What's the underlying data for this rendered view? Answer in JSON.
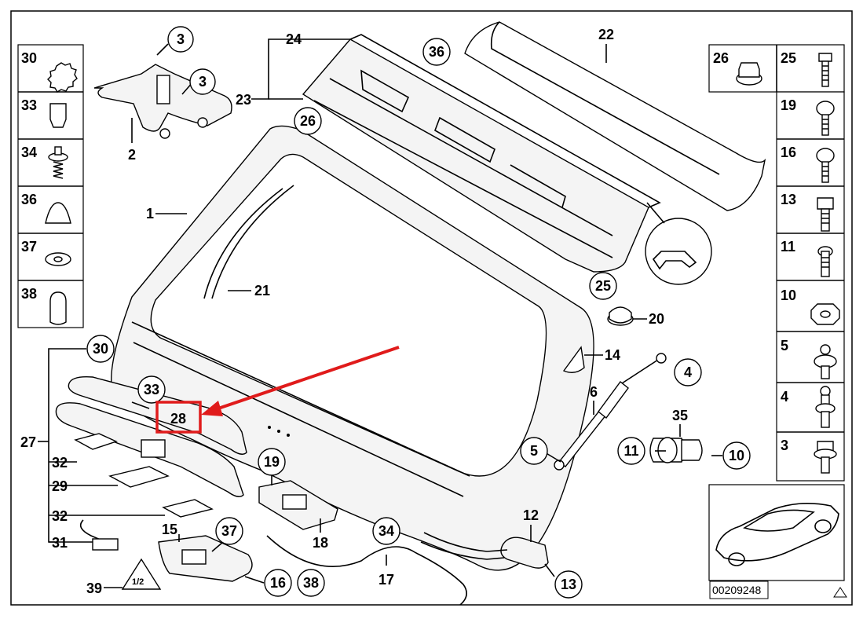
{
  "diagram_id": "00209248",
  "highlighted_label": "28",
  "highlight_color": "#e01b1b",
  "left_column_items": [
    "30",
    "33",
    "34",
    "36",
    "37",
    "38"
  ],
  "right_column_top_left": "26",
  "right_column_items": [
    "25",
    "19",
    "16",
    "13",
    "11",
    "10",
    "5",
    "4",
    "3"
  ],
  "callouts": {
    "c3a": "3",
    "c3b": "3",
    "c2": "2",
    "c1": "1",
    "c24": "24",
    "c23": "23",
    "c36": "36",
    "c26": "26",
    "c22": "22",
    "c21": "21",
    "c25": "25",
    "c20": "20",
    "c14": "14",
    "c4": "4",
    "c6": "6",
    "c5": "5",
    "c35": "35",
    "c11": "11",
    "c10": "10",
    "c30": "30",
    "c33": "33",
    "c28": "28",
    "c27": "27",
    "c32a": "32",
    "c29": "29",
    "c32b": "32",
    "c31": "31",
    "c15": "15",
    "c37": "37",
    "c19": "19",
    "c18": "18",
    "c34": "34",
    "c17": "17",
    "c12": "12",
    "c13": "13",
    "c16": "16",
    "c38": "38",
    "c39": "39",
    "c39sign": "1/2"
  }
}
